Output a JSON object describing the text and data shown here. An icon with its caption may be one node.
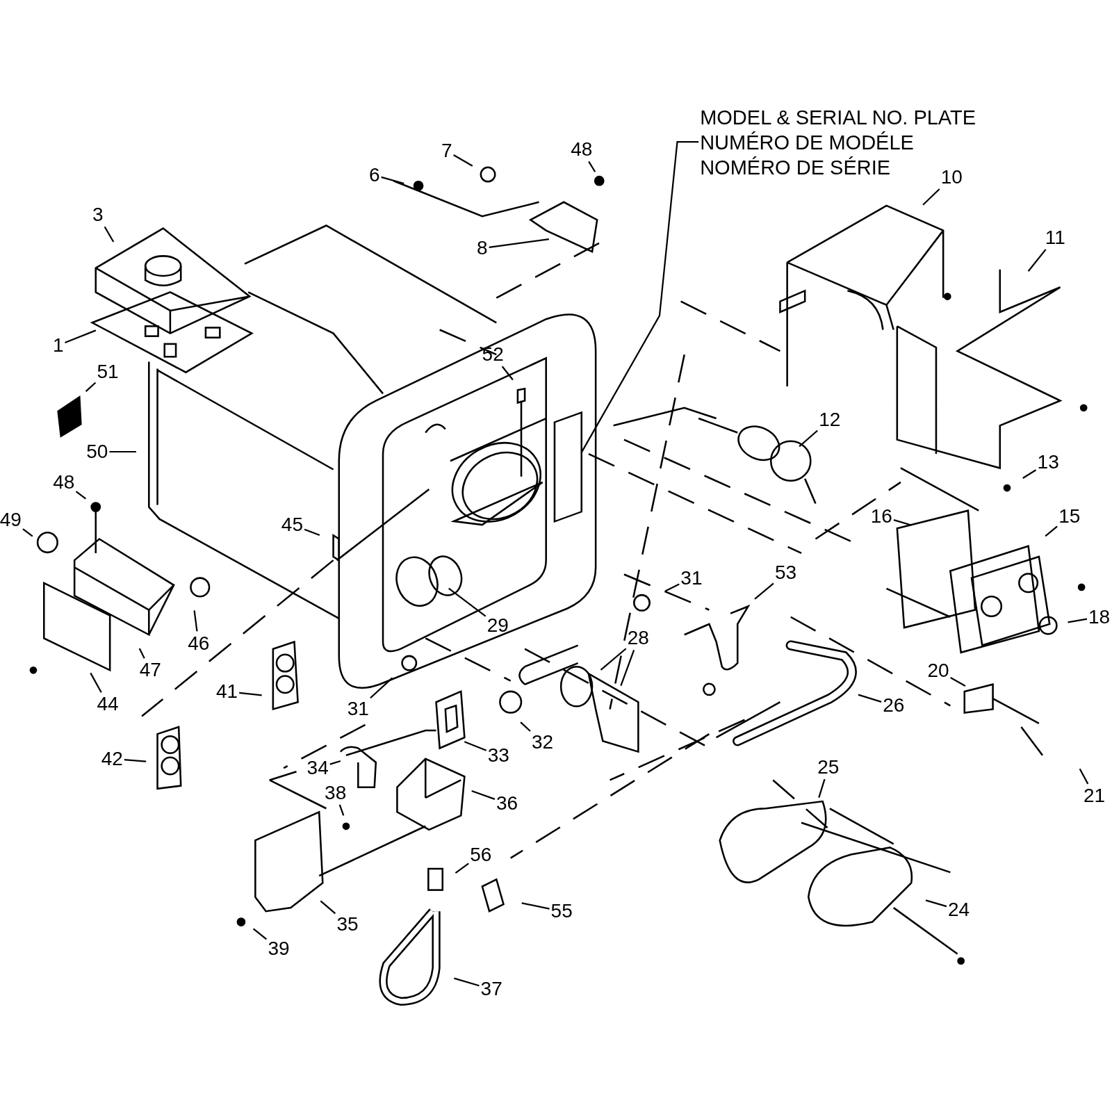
{
  "diagram": {
    "nodes": [
      {
        "text": [
          "MODEL & SERIAL NO. PLATE",
          "NUMÉRO DE MODÉLE",
          "NOMÉRO DE SÉRIE"
        ]
      },
      {
        "text": [
          "48"
        ]
      },
      {
        "text": [
          "7"
        ]
      },
      {
        "text": [
          "6"
        ]
      },
      {
        "text": [
          "10"
        ]
      },
      {
        "text": [
          "3"
        ]
      },
      {
        "text": [
          "11"
        ]
      },
      {
        "text": [
          "8"
        ]
      },
      {
        "text": [
          "1"
        ]
      },
      {
        "text": [
          "51"
        ]
      },
      {
        "text": [
          "52"
        ]
      },
      {
        "text": [
          "12"
        ]
      },
      {
        "text": [
          "50"
        ]
      },
      {
        "text": [
          "13"
        ]
      },
      {
        "text": [
          "48"
        ]
      },
      {
        "text": [
          "16"
        ]
      },
      {
        "text": [
          "15"
        ]
      },
      {
        "text": [
          "49"
        ]
      },
      {
        "text": [
          "45"
        ]
      },
      {
        "text": [
          "53"
        ]
      },
      {
        "text": [
          "31"
        ]
      },
      {
        "text": [
          "29"
        ]
      },
      {
        "text": [
          "18"
        ]
      },
      {
        "text": [
          "28"
        ]
      },
      {
        "text": [
          "46"
        ]
      },
      {
        "text": [
          "47"
        ]
      },
      {
        "text": [
          "20"
        ]
      },
      {
        "text": [
          "41"
        ]
      },
      {
        "text": [
          "31"
        ]
      },
      {
        "text": [
          "44"
        ]
      },
      {
        "text": [
          "26"
        ]
      },
      {
        "text": [
          "32"
        ]
      },
      {
        "text": [
          "33"
        ]
      },
      {
        "text": [
          "42"
        ]
      },
      {
        "text": [
          "25"
        ]
      },
      {
        "text": [
          "34"
        ]
      },
      {
        "text": [
          "38"
        ]
      },
      {
        "text": [
          "21"
        ]
      },
      {
        "text": [
          "36"
        ]
      },
      {
        "text": [
          "56"
        ]
      },
      {
        "text": [
          "24"
        ]
      },
      {
        "text": [
          "55"
        ]
      },
      {
        "text": [
          "35"
        ]
      },
      {
        "text": [
          "39"
        ]
      },
      {
        "text": [
          "37"
        ]
      }
    ],
    "edges": [
      {
        "from": 0,
        "to": null,
        "arrow": "none"
      },
      {
        "from": 1,
        "to": null,
        "arrow": "none"
      },
      {
        "from": 2,
        "to": null,
        "arrow": "none"
      },
      {
        "from": 3,
        "to": null,
        "arrow": "none"
      },
      {
        "from": 4,
        "to": null,
        "arrow": "none"
      },
      {
        "from": 5,
        "to": null,
        "arrow": "none"
      },
      {
        "from": 6,
        "to": null,
        "arrow": "none"
      },
      {
        "from": 7,
        "to": null,
        "arrow": "none"
      },
      {
        "from": 8,
        "to": null,
        "arrow": "none"
      },
      {
        "from": 9,
        "to": null,
        "arrow": "none"
      },
      {
        "from": 10,
        "to": null,
        "arrow": "none"
      },
      {
        "from": 11,
        "to": null,
        "arrow": "none"
      },
      {
        "from": 12,
        "to": null,
        "arrow": "none"
      },
      {
        "from": 13,
        "to": null,
        "arrow": "none"
      },
      {
        "from": 14,
        "to": null,
        "arrow": "none"
      },
      {
        "from": 15,
        "to": null,
        "arrow": "none"
      },
      {
        "from": 16,
        "to": null,
        "arrow": "none"
      },
      {
        "from": 17,
        "to": null,
        "arrow": "none"
      },
      {
        "from": 18,
        "to": null,
        "arrow": "none"
      },
      {
        "from": 19,
        "to": null,
        "arrow": "none"
      },
      {
        "from": 20,
        "to": null,
        "arrow": "none"
      },
      {
        "from": 21,
        "to": null,
        "arrow": "none"
      },
      {
        "from": 22,
        "to": null,
        "arrow": "none"
      },
      {
        "from": 23,
        "to": null,
        "arrow": "none"
      },
      {
        "from": 23,
        "to": null,
        "arrow": "none"
      },
      {
        "from": 24,
        "to": null,
        "arrow": "none"
      },
      {
        "from": 25,
        "to": null,
        "arrow": "none"
      },
      {
        "from": 26,
        "to": null,
        "arrow": "none"
      },
      {
        "from": 27,
        "to": null,
        "arrow": "none"
      },
      {
        "from": 28,
        "to": null,
        "arrow": "none"
      },
      {
        "from": 29,
        "to": null,
        "arrow": "none"
      },
      {
        "from": 30,
        "to": null,
        "arrow": "none"
      },
      {
        "from": 31,
        "to": null,
        "arrow": "none"
      },
      {
        "from": 32,
        "to": null,
        "arrow": "none"
      },
      {
        "from": 33,
        "to": null,
        "arrow": "none"
      },
      {
        "from": 34,
        "to": null,
        "arrow": "none"
      },
      {
        "from": 35,
        "to": null,
        "arrow": "none"
      },
      {
        "from": 36,
        "to": null,
        "arrow": "none"
      },
      {
        "from": 37,
        "to": null,
        "arrow": "none"
      },
      {
        "from": 38,
        "to": null,
        "arrow": "none"
      },
      {
        "from": 39,
        "to": null,
        "arrow": "none"
      },
      {
        "from": 40,
        "to": null,
        "arrow": "none"
      },
      {
        "from": 41,
        "to": null,
        "arrow": "none"
      },
      {
        "from": 42,
        "to": null,
        "arrow": "none"
      },
      {
        "from": 43,
        "to": null,
        "arrow": "none"
      },
      {
        "from": 44,
        "to": null,
        "arrow": "none"
      }
    ]
  }
}
